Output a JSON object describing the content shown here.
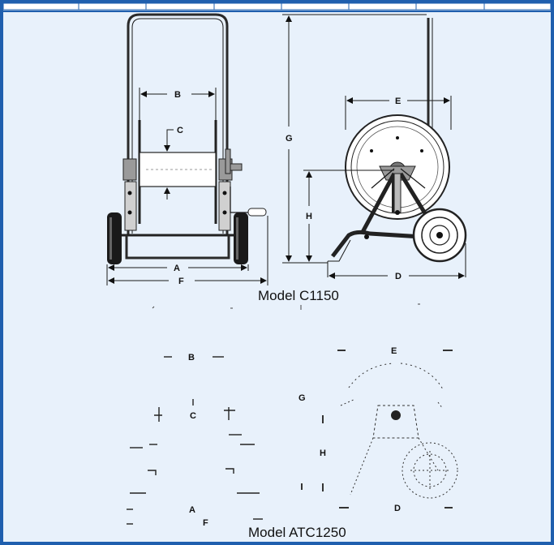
{
  "colors": {
    "border": "#1f5fae",
    "panel": "#e8f1fb",
    "ink": "#111111",
    "tire": "#1a1a1a",
    "metal": "#9a9a9a"
  },
  "labels": {
    "A": "A",
    "B": "B",
    "C": "C",
    "D": "D",
    "E": "E",
    "F": "F",
    "G": "G",
    "H": "H"
  },
  "captions": {
    "model_top": "Model C1150",
    "model_bottom": "Model ATC1250"
  }
}
